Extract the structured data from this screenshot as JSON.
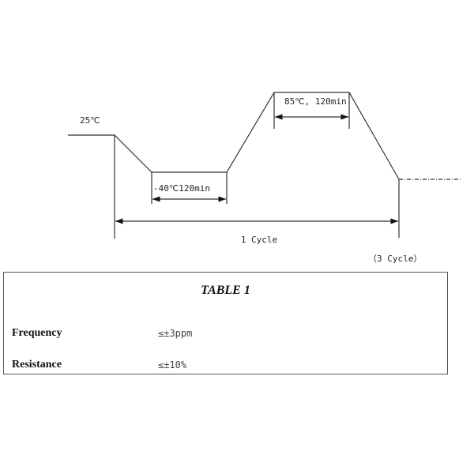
{
  "diagram": {
    "start_temp": "25℃",
    "low_label": "-40℃120min",
    "high_label": "85℃, 120min",
    "cycle_label": "1 Cycle",
    "repeat_label": "（3 Cycle）"
  },
  "table": {
    "title": "TABLE 1",
    "rows": [
      {
        "label": "Frequency",
        "value": "≤±3ppm"
      },
      {
        "label": "Resistance",
        "value": "≤±10%"
      }
    ]
  }
}
